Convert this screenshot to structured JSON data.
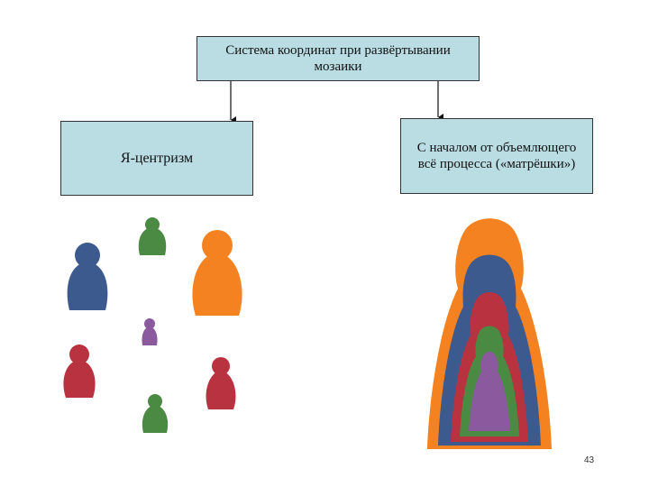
{
  "diagram": {
    "root_text": "Система координат при развёртывании мозаики",
    "left_text": "Я-центризм",
    "right_text": "С началом от объемлющего всё процесса («матрёшки»)"
  },
  "slide_number": "43",
  "colors": {
    "box_fill": "#b9dde3",
    "doll_blue": "#3d5a8f",
    "doll_green": "#4a8a42",
    "doll_orange": "#f58220",
    "doll_red": "#b8333f",
    "doll_purple": "#8b5a9e"
  }
}
